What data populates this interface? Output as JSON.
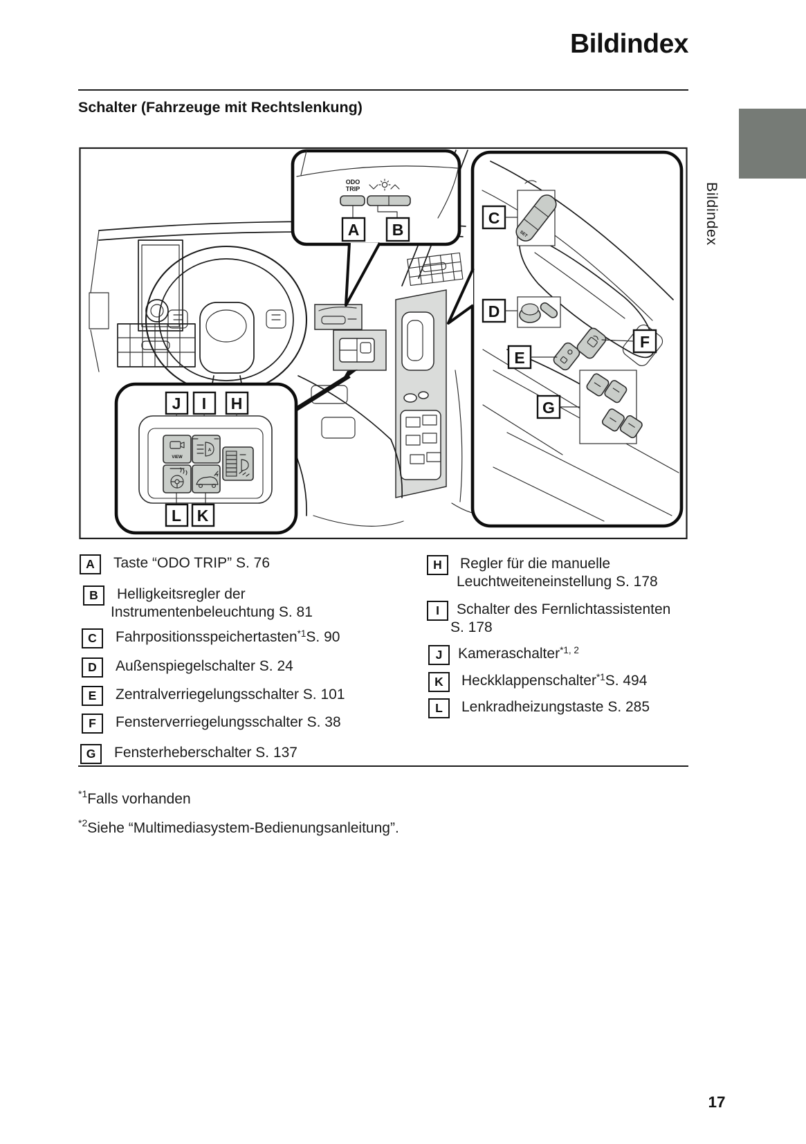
{
  "header": {
    "title": "Bildindex",
    "section_heading": "Schalter (Fahrzeuge mit Rechtslenkung)"
  },
  "sidebar": {
    "tab_label": "Bildindex"
  },
  "figure": {
    "callouts": {
      "a": "A",
      "b": "B",
      "c": "C",
      "d": "D",
      "e": "E",
      "f": "F",
      "g": "G",
      "h": "H",
      "i": "I",
      "j": "J",
      "k": "K",
      "l": "L"
    },
    "labels": {
      "odo1": "ODO",
      "odo2": "TRIP",
      "view": "VIEW",
      "set": "SET",
      "auto_a": "A"
    },
    "icons": {
      "chevron-down-icon": "v shape",
      "chevron-up-icon": "^ shape",
      "sun-icon": "circle with rays",
      "camera-icon": "camera outline",
      "auto-high-beam-icon": "headlamp with beam lines and A",
      "headlight-leveling-icon": "thumbwheel with headlamp",
      "steering-heater-icon": "steering wheel with heat waves",
      "tailgate-icon": "SUV silhouette with arrow",
      "seat-memory-icon": "tilted switch pod with SET",
      "mirror-control-icon": "round knob with rocker",
      "door-lock-icon": "tilted lock buttons",
      "window-lock-icon": "tilted lock button",
      "window-switch-icon": "tilted rocker pairs"
    }
  },
  "legend": {
    "left": [
      {
        "letter": "A",
        "pre": "Taste “ODO TRIP” S. 76"
      },
      {
        "letter": "B",
        "pre": "Helligkeitsregler der",
        "line2": "Instrumentenbeleuchtung S. 81"
      },
      {
        "letter": "C",
        "pre": "Fahrpositionsspeichertasten",
        "sup": "*1",
        "post": "S. 90"
      },
      {
        "letter": "D",
        "pre": "Außenspiegelschalter S. 24"
      },
      {
        "letter": "E",
        "pre": "Zentralverriegelungsschalter S. 101"
      },
      {
        "letter": "F",
        "pre": "Fensterverriegelungsschalter S. 38"
      },
      {
        "letter": "G",
        "pre": "Fensterheberschalter S. 137"
      }
    ],
    "right": [
      {
        "letter": "H",
        "pre": "Regler für die manuelle",
        "line2": "Leuchtweiteneinstellung S. 178"
      },
      {
        "letter": "I",
        "pre": "Schalter des Fernlichtassistenten",
        "line2": "S. 178"
      },
      {
        "letter": "J",
        "pre": "Kameraschalter",
        "sup": "*1, 2"
      },
      {
        "letter": "K",
        "pre": "Heckklappenschalter",
        "sup": "*1",
        "post": "S. 494"
      },
      {
        "letter": "L",
        "pre": "Lenkradheizungstaste S. 285"
      }
    ]
  },
  "footnotes": [
    {
      "sup": "*1",
      "text": "Falls vorhanden"
    },
    {
      "sup": "*2",
      "text": "Siehe “Multimediasystem-Bedienungsanleitung”."
    }
  ],
  "page": {
    "number": "17"
  },
  "colors": {
    "tab_gray": "#767b76",
    "switch_gray": "#c9cdc9",
    "panel_gray": "#dadcda",
    "line": "#1a1a1a"
  }
}
